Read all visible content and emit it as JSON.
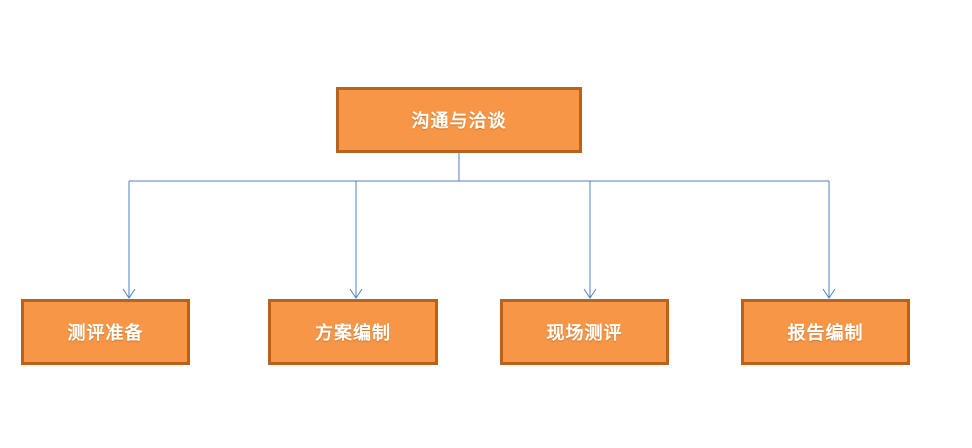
{
  "diagram": {
    "root": {
      "label": "沟通与洽谈"
    },
    "children": [
      {
        "label": "测评准备"
      },
      {
        "label": "方案编制"
      },
      {
        "label": "现场测评"
      },
      {
        "label": "报告编制"
      }
    ],
    "colors": {
      "node_fill": "#F79646",
      "node_border": "#B5631F",
      "node_text": "#FFFFFF",
      "connector": "#4F81BD"
    }
  }
}
